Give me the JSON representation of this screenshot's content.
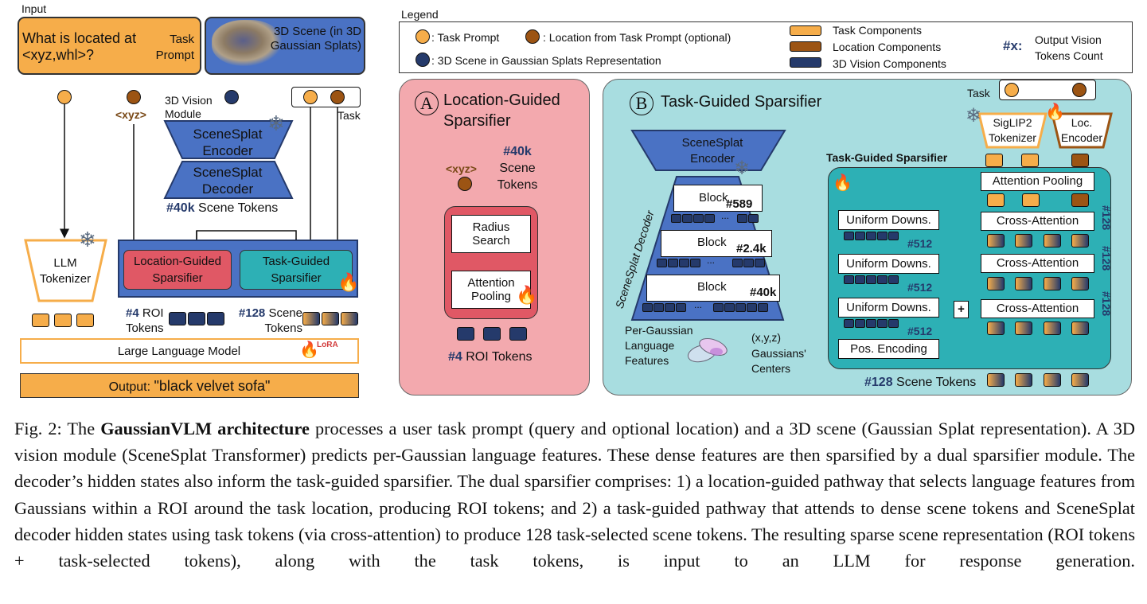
{
  "input": {
    "label": "Input",
    "task_prompt_text": "What is located at <xyz,whl>?",
    "task_prompt_label": "Task Prompt",
    "scene_label": "3D Scene (in 3D Gaussian Splats)"
  },
  "left": {
    "xyz": "<xyz>",
    "vision_module": "3D Vision Module",
    "task": "Task",
    "encoder": "SceneSplat Encoder",
    "decoder": "SceneSplat Decoder",
    "scene_tokens_count": "#40k",
    "scene_tokens_label": "Scene Tokens",
    "llm_tokenizer": "LLM Tokenizer",
    "loc_sparsifier": "Location-Guided Sparsifier",
    "task_sparsifier": "Task-Guided Sparsifier",
    "roi_count": "#4",
    "roi_label": "ROI Tokens",
    "scene_count": "#128",
    "scene_label": "Scene Tokens",
    "llm": "Large Language Model",
    "lora": "LoRA",
    "output_prefix": "Output:",
    "output_text": "\"black velvet sofa\""
  },
  "legend": {
    "title": "Legend",
    "task_prompt": ": Task Prompt",
    "location": ": Location from Task Prompt (optional)",
    "scene": ": 3D Scene in Gaussian Splats Representation",
    "task_components": "Task Components",
    "location_components": "Location Components",
    "vision_components": "3D Vision Components",
    "x_symbol": "#x:",
    "x_desc": "Output Vision Tokens Count",
    "colors": {
      "task": "#f6ad4a",
      "location": "#9c5413",
      "vision": "#253a6b"
    }
  },
  "panel_a": {
    "letter": "A",
    "title": "Location-Guided Sparsifier",
    "xyz": "<xyz>",
    "count": "#40k",
    "count_label": "Scene Tokens",
    "radius": "Radius Search",
    "pooling": "Attention Pooling",
    "roi_count": "#4",
    "roi_label": "ROI Tokens"
  },
  "panel_b": {
    "letter": "B",
    "title": "Task-Guided Sparsifier",
    "encoder": "SceneSplat Encoder",
    "decoder_side": "SceneSplat Decoder",
    "block": "Block",
    "block_counts": [
      "#589",
      "#2.4k",
      "#40k"
    ],
    "ellipsis": "...",
    "per_gaussian": "Per-Gaussian Language Features",
    "xyz": "(x,y,z)",
    "centers": "Gaussians' Centers",
    "task": "Task",
    "siglip": "SigLIP2 Tokenizer",
    "loc_encoder": "Loc. Encoder",
    "inner_title": "Task-Guided Sparsifier",
    "attention_pooling": "Attention Pooling",
    "uniform": "Uniform Downs.",
    "cross": "Cross-Attention",
    "pos_enc": "Pos. Encoding",
    "down_count": "#512",
    "side_count": "#128",
    "plus": "+",
    "out_count": "#128",
    "out_label": "Scene Tokens"
  },
  "caption": {
    "prefix": "Fig. 2: The ",
    "bold": "GaussianVLM architecture",
    "body": " processes a user task prompt (query and optional location) and a 3D scene (Gaussian Splat representation). A 3D vision module (SceneSplat Transformer) predicts per-Gaussian language features. These dense features are then sparsified by a dual sparsifier module. The decoder’s hidden states also inform the task-guided sparsifier. The dual sparsifier comprises: 1) a location-guided pathway that selects language features from Gaussians within a ROI around the task location, producing ROI tokens; and 2) a task-guided pathway that attends to dense scene tokens and SceneSplat decoder hidden states using task tokens (via cross-attention) to produce 128 task-selected scene tokens. The resulting sparse scene representation (ROI tokens + task-selected tokens), along with the task tokens, is input to an LLM for response generation."
  }
}
